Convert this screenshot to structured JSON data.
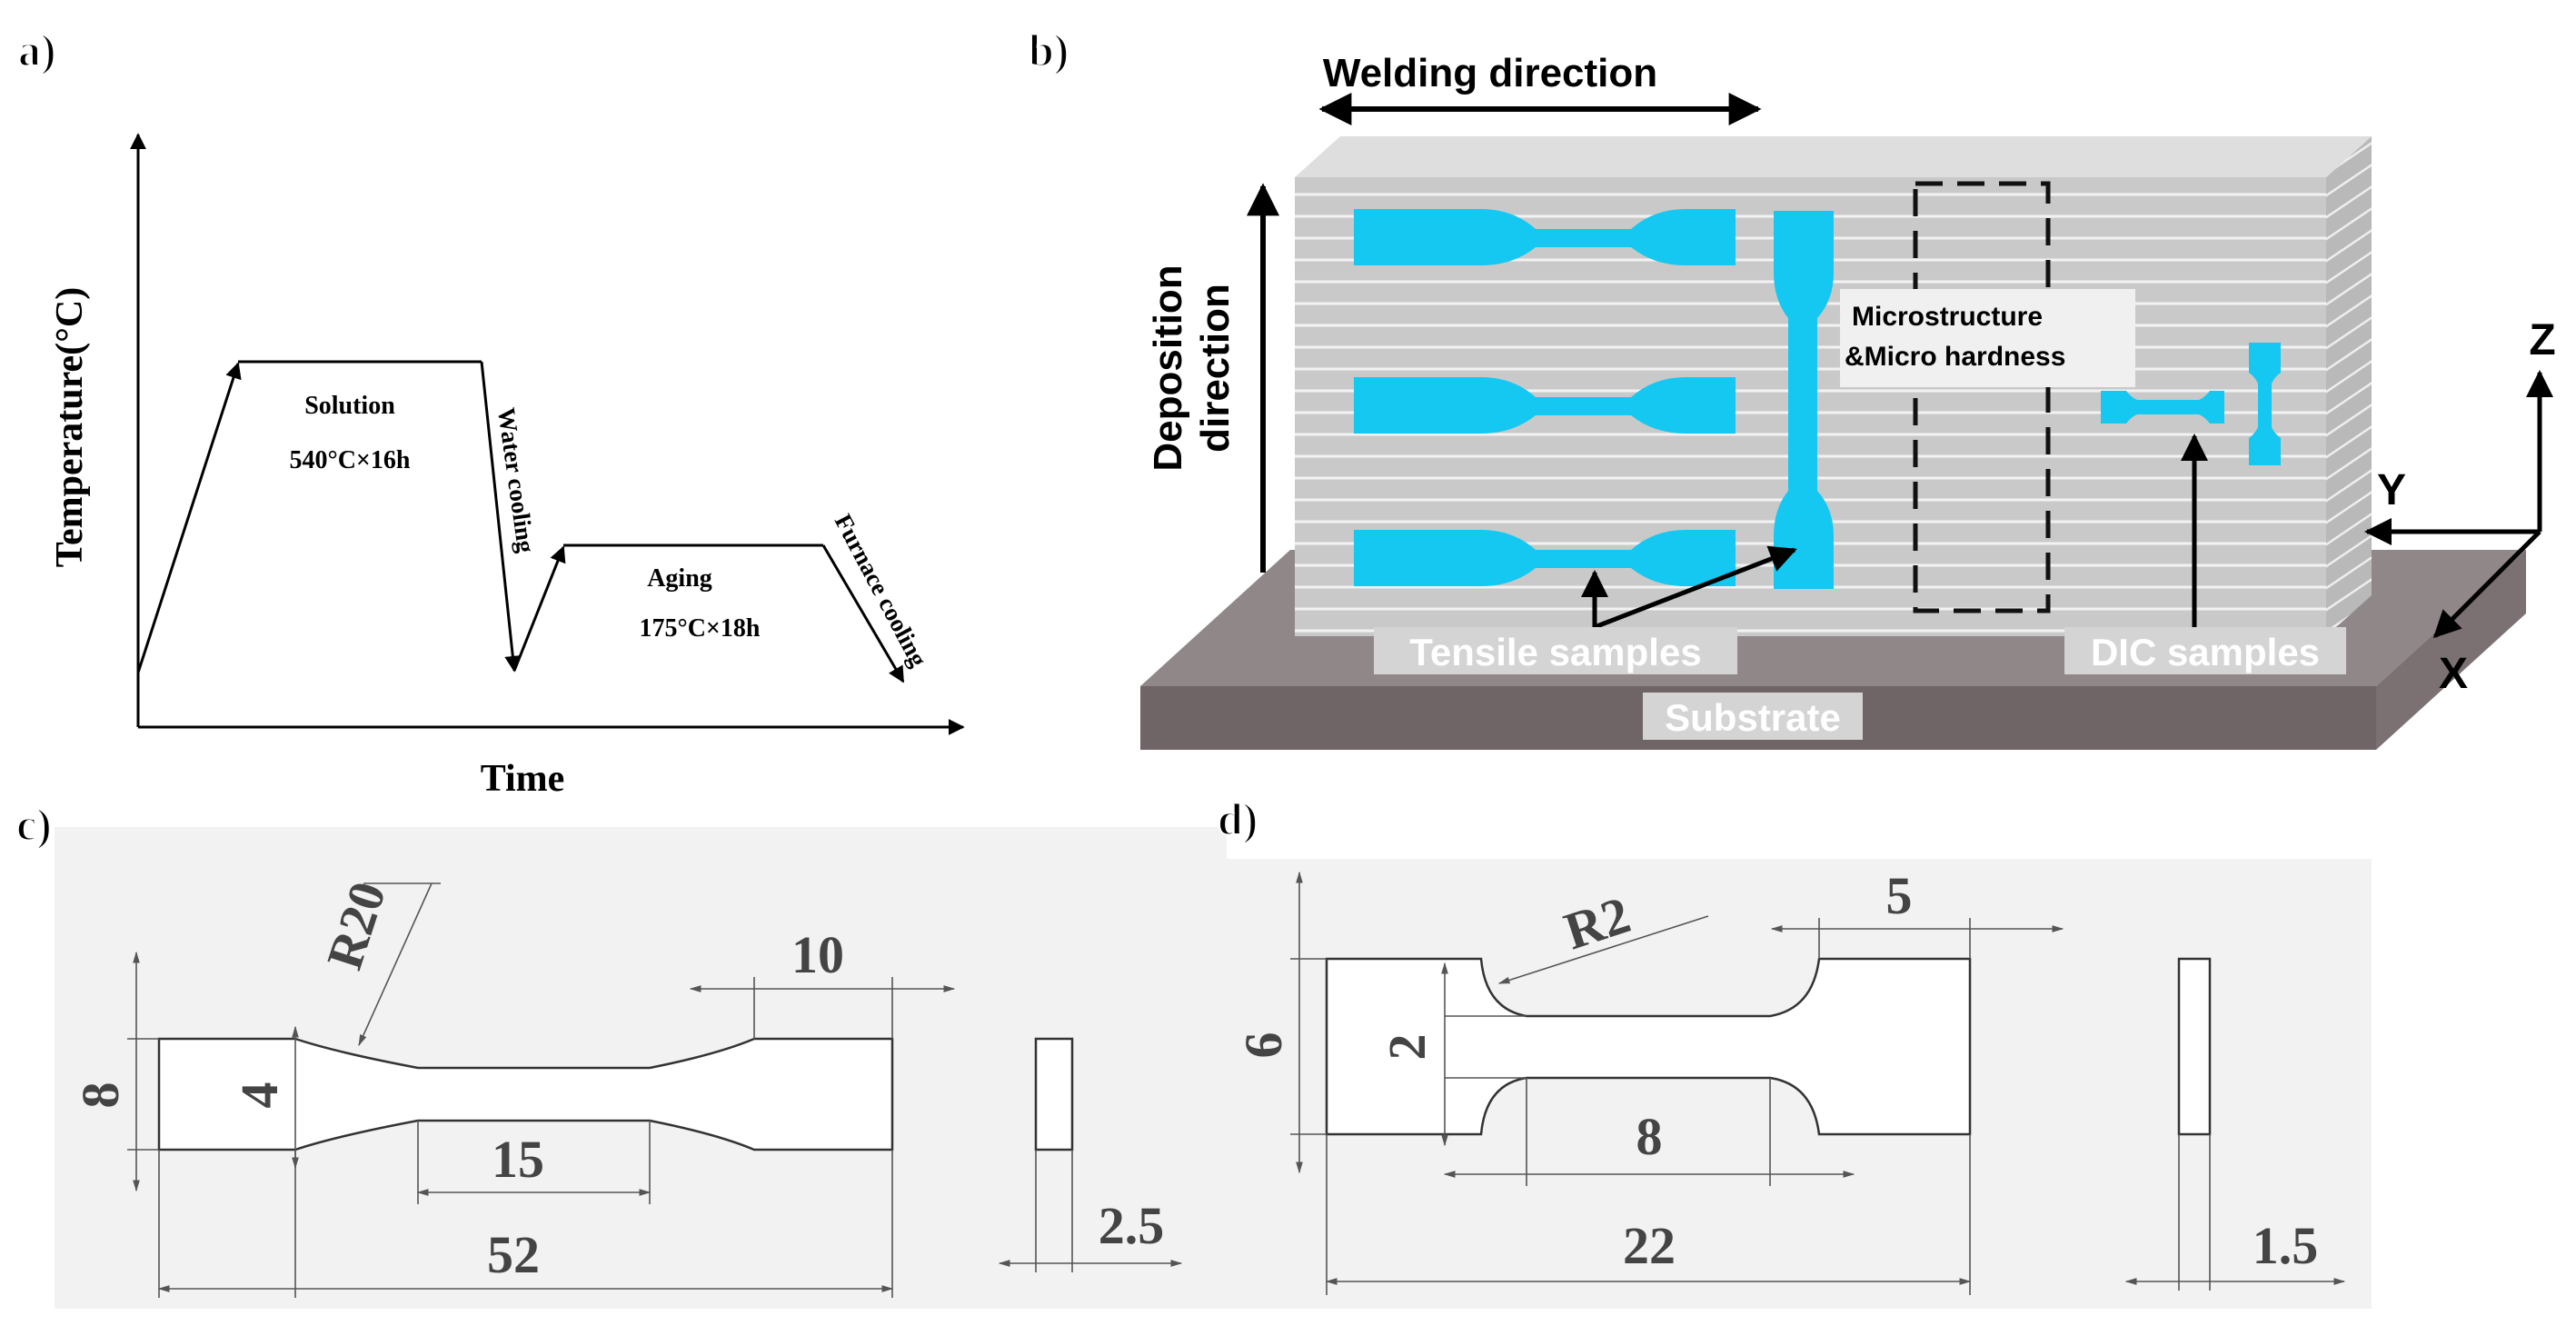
{
  "panel_labels": {
    "a": "a)",
    "b": "b)",
    "c": "c)",
    "d": "d)"
  },
  "heat_treatment": {
    "y_axis": "Temperature(°C)",
    "x_axis": "Time",
    "solution_label": "Solution",
    "solution_value": "540°C×16h",
    "water_cooling": "Water cooling",
    "aging_label": "Aging",
    "aging_value": "175°C×18h",
    "furnace_cooling": "Furnace cooling"
  },
  "sampling": {
    "welding_direction": "Welding direction",
    "deposition_direction_line1": "Deposition",
    "deposition_direction_line2": "direction",
    "microstructure_line1": "Microstructure",
    "microstructure_line2": "&Micro hardness",
    "tensile_samples": "Tensile samples",
    "dic_samples": "DIC samples",
    "substrate": "Substrate",
    "axis_x": "X",
    "axis_y": "Y",
    "axis_z": "Z",
    "colors": {
      "wall": "#c8c8c8",
      "sample": "#14c8f2",
      "substrate_top": "#8f8688",
      "substrate_front": "#6e6466"
    }
  },
  "tensile_drawing": {
    "dim_r": "R20",
    "dim_grip_len": "10",
    "dim_width": "8",
    "dim_gauge_width": "4",
    "dim_gauge_len": "15",
    "dim_total_len": "52",
    "dim_thickness": "2.5"
  },
  "dic_drawing": {
    "dim_r": "R2",
    "dim_grip_len": "5",
    "dim_width": "6",
    "dim_gauge_width": "2",
    "dim_gauge_len": "8",
    "dim_total_len": "22",
    "dim_thickness": "1.5"
  }
}
